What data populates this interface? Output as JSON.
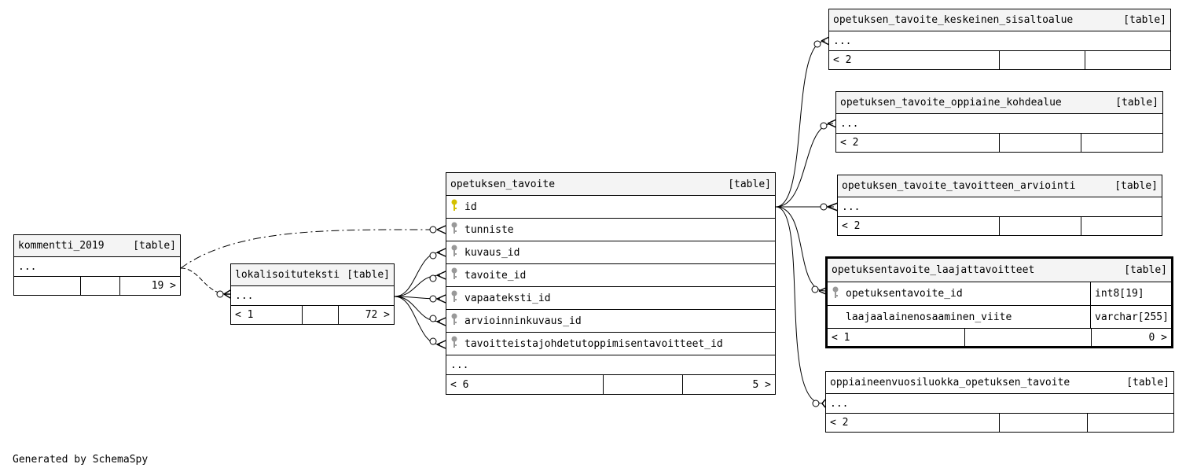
{
  "footer_credit": "Generated by SchemaSpy",
  "table_tag": "[table]",
  "tables": {
    "kommentti": {
      "name": "kommentti_2019",
      "ellipsis": "...",
      "children": "19 >"
    },
    "lokalisoituteksti": {
      "name": "lokalisoituteksti",
      "ellipsis": "...",
      "parents": "< 1",
      "children": "72 >"
    },
    "opetuksen_tavoite": {
      "name": "opetuksen_tavoite",
      "columns": [
        "id",
        "tunniste",
        "kuvaus_id",
        "tavoite_id",
        "vapaateksti_id",
        "arvioinninkuvaus_id",
        "tavoitteistajohdetutoppimisentavoitteet_id"
      ],
      "ellipsis": "...",
      "parents": "< 6",
      "children": "5 >"
    },
    "keskeinen": {
      "name": "opetuksen_tavoite_keskeinen_sisaltoalue",
      "ellipsis": "...",
      "parents": "< 2"
    },
    "kohdealue": {
      "name": "opetuksen_tavoite_oppiaine_kohdealue",
      "ellipsis": "...",
      "parents": "< 2"
    },
    "arviointi": {
      "name": "opetuksen_tavoite_tavoitteen_arviointi",
      "ellipsis": "...",
      "parents": "< 2"
    },
    "laaja": {
      "name": "opetuksentavoite_laajattavoitteet",
      "columns": [
        {
          "name": "opetuksentavoite_id",
          "type": "int8[19]"
        },
        {
          "name": "laajaalainenosaaminen_viite",
          "type": "varchar[255]"
        }
      ],
      "parents": "< 1",
      "children": "0 >"
    },
    "vuosiluokka": {
      "name": "oppiaineenvuosiluokka_opetuksen_tavoite",
      "ellipsis": "...",
      "parents": "< 2"
    }
  },
  "colors": {
    "header_bg": "#f4f4f4",
    "pk_key": "#d4c000",
    "fk_key": "#999999"
  }
}
